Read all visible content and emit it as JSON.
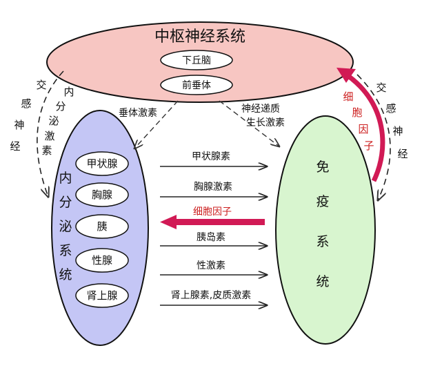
{
  "central": {
    "title": "中枢神经系统",
    "sub1": "下丘脑",
    "sub2": "前垂体"
  },
  "endocrine": {
    "title": [
      "内",
      "分",
      "泌",
      "系",
      "统"
    ],
    "glands": [
      "甲状腺",
      "胸腺",
      "胰",
      "性腺",
      "肾上腺"
    ]
  },
  "immune": {
    "title": [
      "免",
      "疫",
      "系",
      "统"
    ]
  },
  "left_arc": {
    "outer": [
      "交",
      "感",
      "神",
      "经"
    ],
    "inner": [
      "内",
      "分",
      "泌",
      "激",
      "素"
    ]
  },
  "right_arc": {
    "outer": [
      "交",
      "感",
      "神",
      "经"
    ],
    "inner": [
      "细",
      "胞",
      "因",
      "子"
    ]
  },
  "center_labels": {
    "pituitary_hormone": "垂体激素",
    "neurotransmitter_line1": "神经递质",
    "neurotransmitter_line2": "生长激素"
  },
  "hormone_arrows": [
    "甲状腺素",
    "胸腺激素",
    "胰岛素",
    "性激素",
    "肾上腺素,皮质激素"
  ],
  "cytokine_arrow": "细胞因子",
  "colors": {
    "central_fill": "#f7c6c2",
    "endocrine_fill": "#c4c6f5",
    "immune_fill": "#d8f5cf",
    "cytokine_red": "#d11a55",
    "cytokine_text": "#cc1f1f"
  }
}
